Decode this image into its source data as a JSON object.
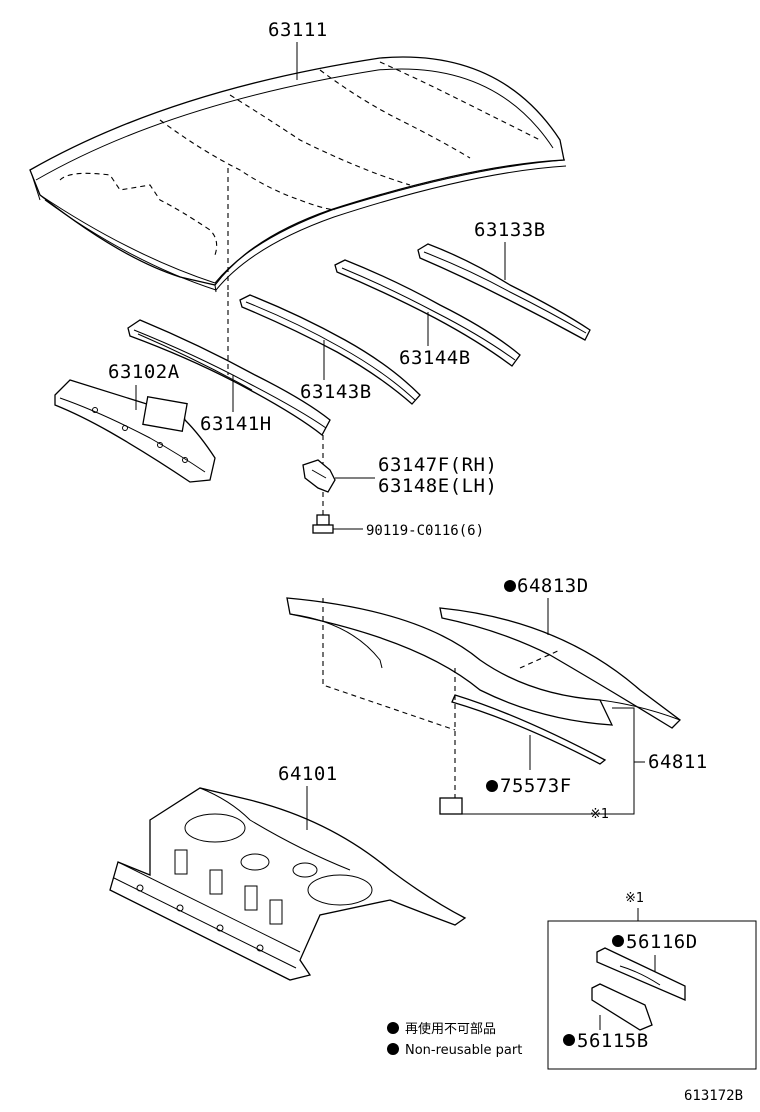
{
  "parts": {
    "roof_panel": "63111",
    "roof_bow_rear": "63133B",
    "roof_bow_no4": "63144B",
    "roof_bow_no3": "63143B",
    "front_header": "63141H",
    "rear_header_panel": "63102A",
    "bracket_rh": "63147F(RH)",
    "bracket_lh": "63148E(LH)",
    "clip": "90119-C0116(6)",
    "molding_upper": "64813D",
    "back_window_glass": "64811",
    "molding_lower": "75573F",
    "package_tray_panel": "64101",
    "spacer_a": "56116D",
    "spacer_b": "56115B"
  },
  "ref_mark": "※1",
  "ref_mark_box": "※1",
  "legend": {
    "non_reusable_jp": "再使用不可部品",
    "non_reusable_en": "Non-reusable part"
  },
  "figure_code": "613172B"
}
